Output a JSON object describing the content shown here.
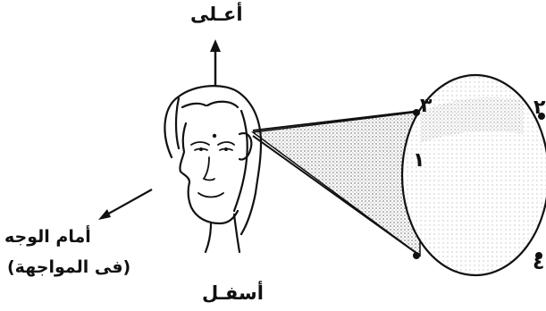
{
  "labels": {
    "up": "أعـلى",
    "down": "أسفـل",
    "front": "أمام الوجه",
    "facing": "(فى المواجهة)"
  },
  "points": {
    "p1": "١",
    "p2": "٢",
    "p3": "٣",
    "p4": "٤"
  },
  "colors": {
    "ink": "#111111",
    "shade": "#9a9a9a"
  }
}
